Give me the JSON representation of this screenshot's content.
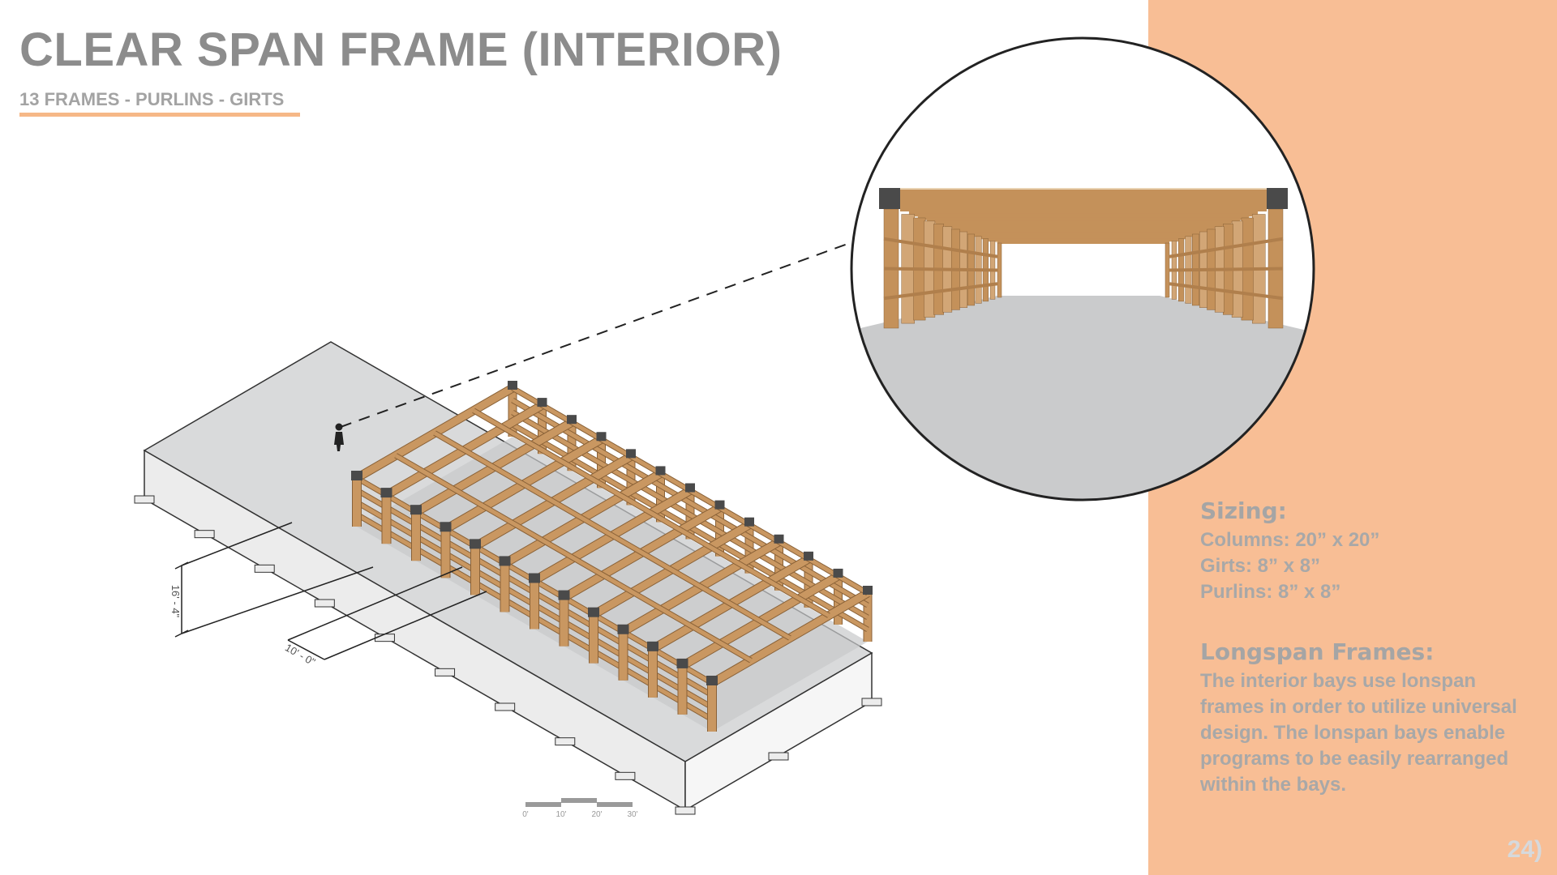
{
  "header": {
    "title": "CLEAR SPAN FRAME (INTERIOR)",
    "subtitle": "13 FRAMES - PURLINS - GIRTS"
  },
  "dimensions": {
    "height_label": "16' - 4\"",
    "bay_label": "10' - 0\""
  },
  "scale_bar": {
    "ticks": [
      "0'",
      "10'",
      "20'",
      "30'"
    ]
  },
  "frame_count": 13,
  "sizing": {
    "heading": "Sizing:",
    "columns": "Columns: 20” x 20”",
    "girts": "Girts: 8” x 8”",
    "purlins": "Purlins: 8” x 8”"
  },
  "longspan": {
    "heading": "Longspan Frames:",
    "body": "The interior bays use lonspan frames in order to utilize universal design. The lonspan bays enable programs to be easily rearranged within the bays."
  },
  "page_number": "24)",
  "colors": {
    "accent": "#f8be95",
    "timber": "#c99761",
    "slab": "#d9dadb",
    "text": "#a8a8a8"
  }
}
